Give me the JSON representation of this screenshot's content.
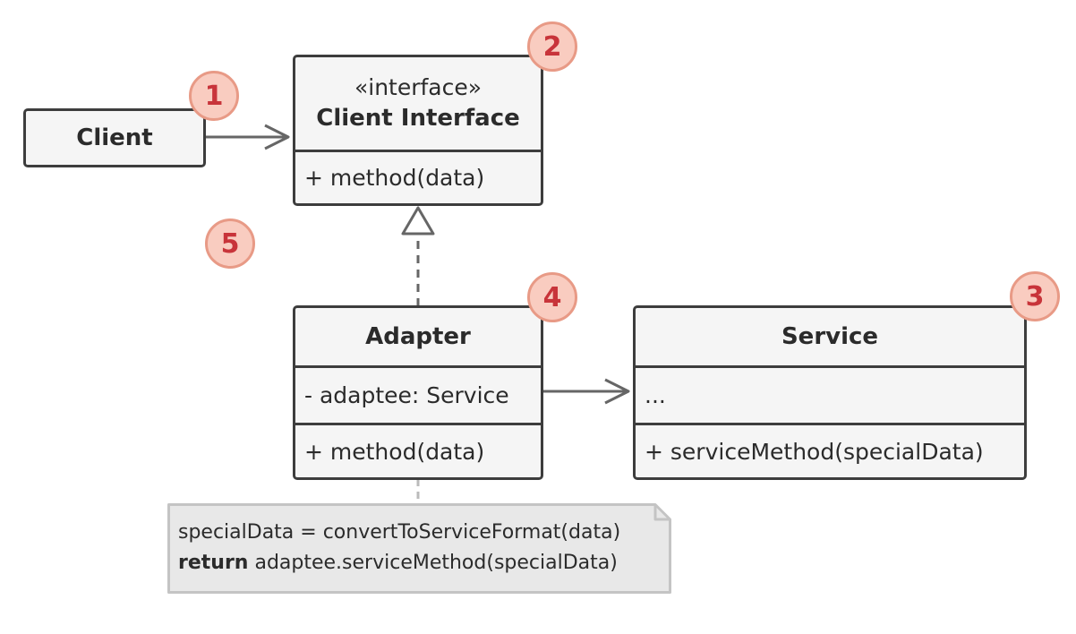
{
  "badges": {
    "b1": "1",
    "b2": "2",
    "b3": "3",
    "b4": "4",
    "b5": "5"
  },
  "client": {
    "name": "Client"
  },
  "client_interface": {
    "stereotype": "«interface»",
    "name": "Client Interface",
    "method": "+ method(data)"
  },
  "adapter": {
    "name": "Adapter",
    "field": "- adaptee: Service",
    "method": "+ method(data)"
  },
  "service": {
    "name": "Service",
    "field": "...",
    "method": "+ serviceMethod(specialData)"
  },
  "note": {
    "line1": "specialData = convertToServiceFormat(data)",
    "line2_keyword": "return",
    "line2_rest": " adaptee.serviceMethod(specialData)"
  }
}
